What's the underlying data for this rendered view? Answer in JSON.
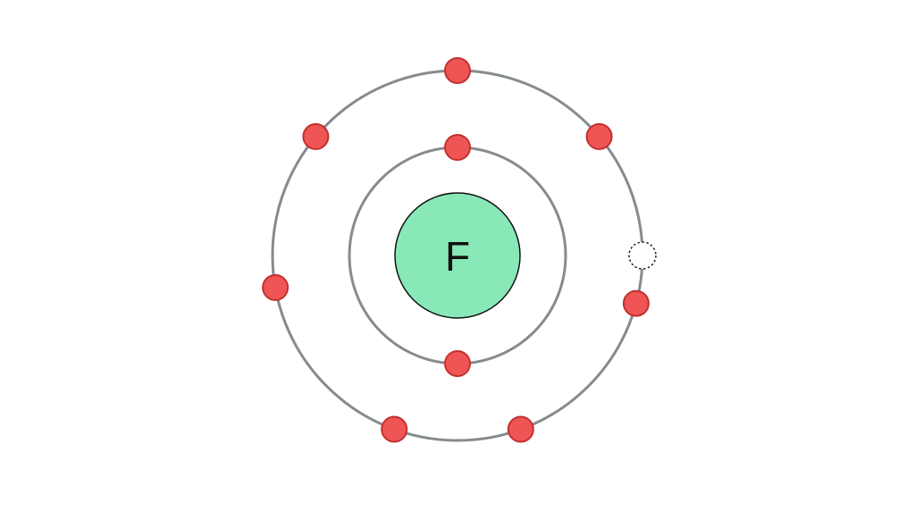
{
  "atom": {
    "symbol": "F",
    "shells": [
      {
        "electrons": 2,
        "electron_angles_deg": [
          90,
          270
        ],
        "vacancies_angles_deg": []
      },
      {
        "electrons": 7,
        "electron_angles_deg": [
          90,
          40,
          345,
          290,
          250,
          190,
          140
        ],
        "vacancies_angles_deg": [
          0
        ]
      }
    ]
  },
  "colors": {
    "nucleus_fill": "#88e8b8",
    "shell_stroke": "#858b8e",
    "electron_fill": "#ef5555",
    "electron_stroke": "#c23030"
  }
}
